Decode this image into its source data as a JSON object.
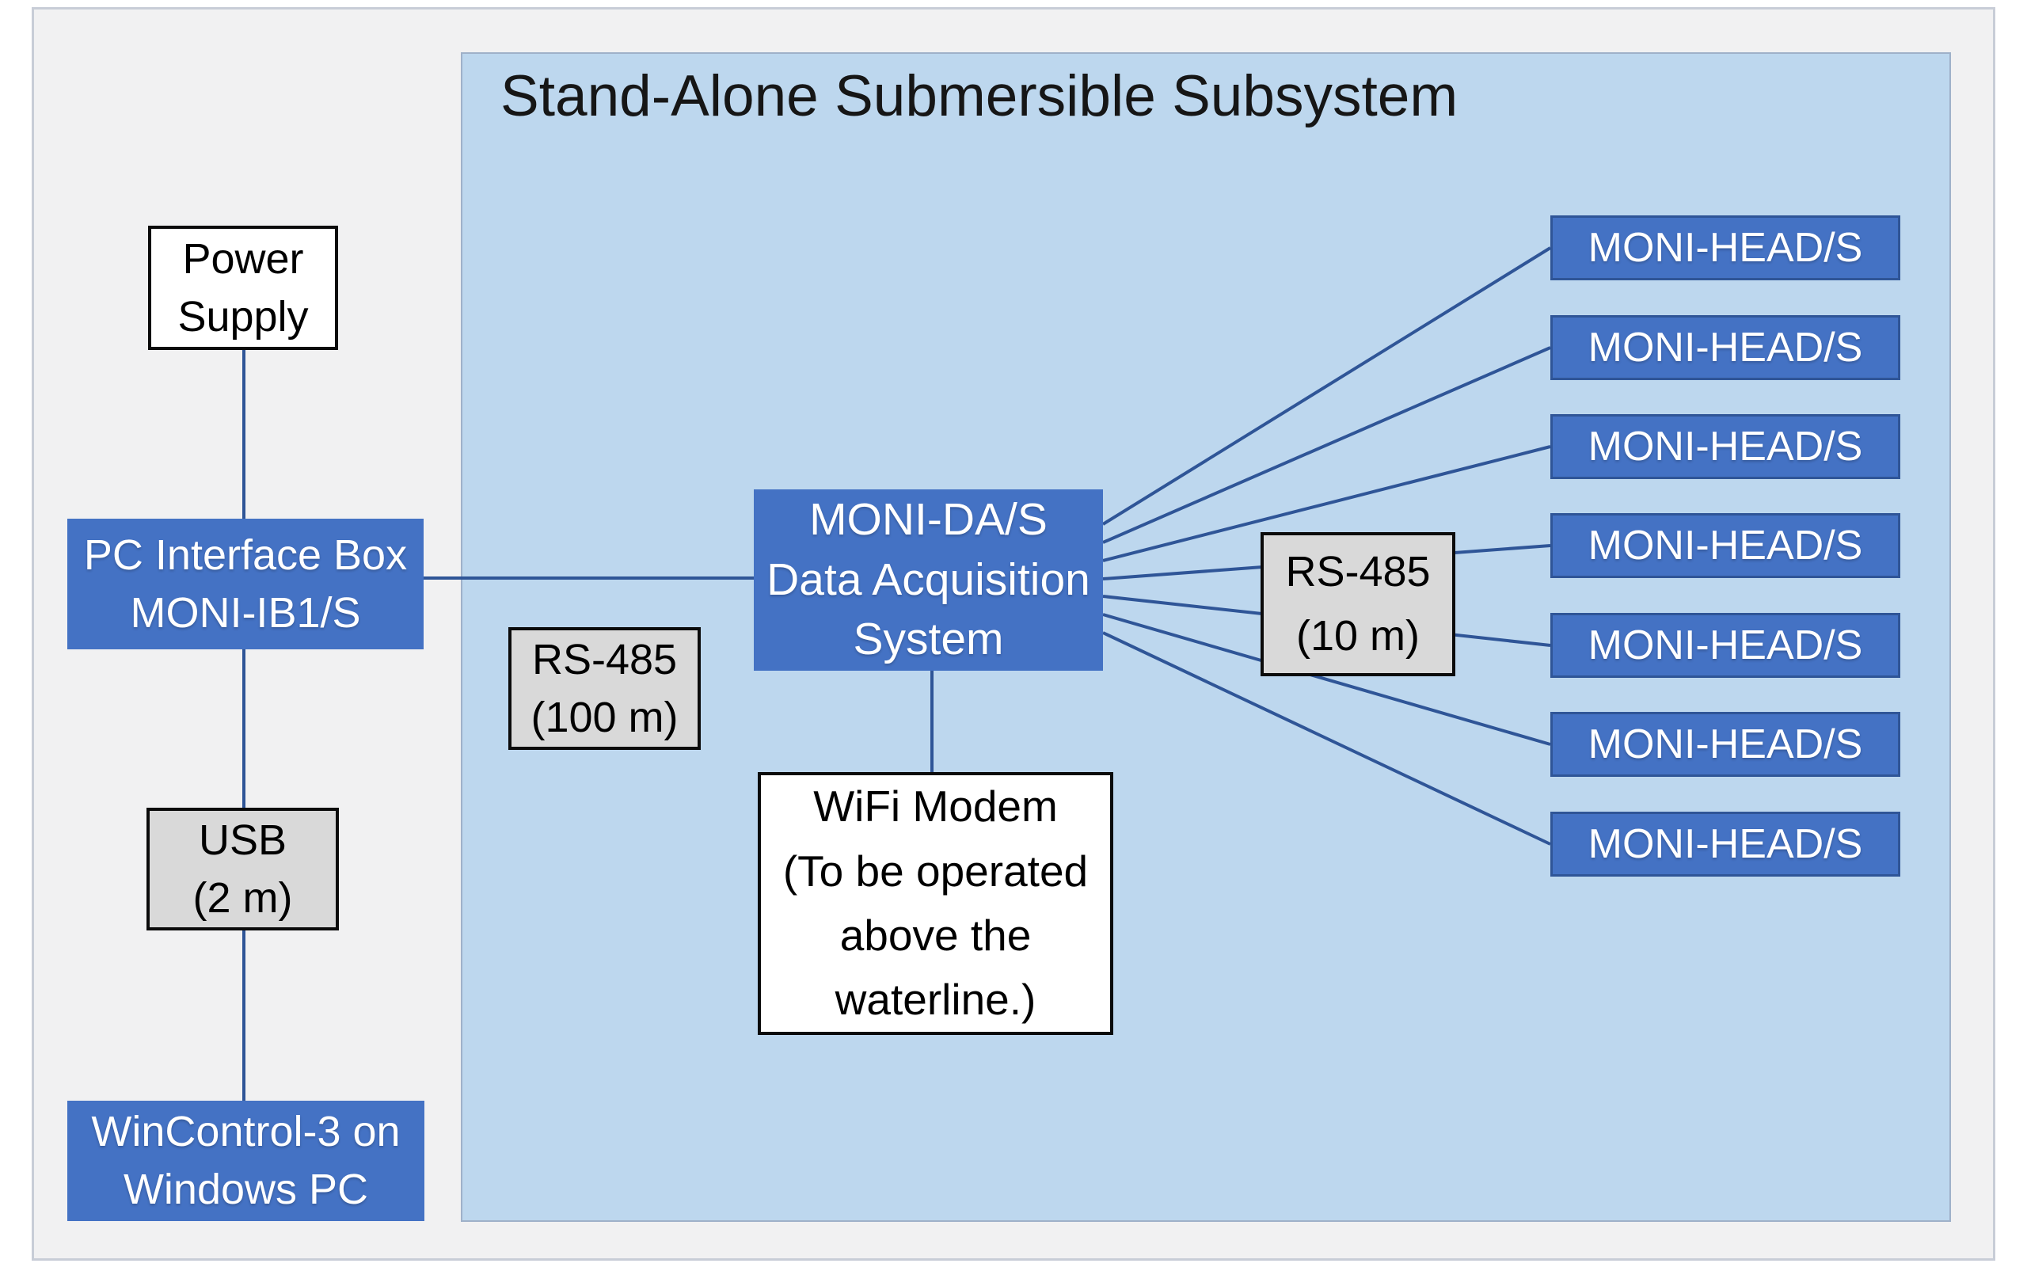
{
  "title": "Stand-Alone Submersible Subsystem",
  "colors": {
    "accent_blue": "#4472C4",
    "accent_blue_border": "#2F5597",
    "wire_blue": "#2F5597",
    "panel_light_blue": "#BDD7EE",
    "gray_box": "#D9D9D9",
    "white_box": "#FFFFFF",
    "frame_gray": "#F1F1F2"
  },
  "nodes": {
    "power_supply": {
      "lines": [
        "Power",
        "Supply"
      ]
    },
    "pc_interface_box": {
      "lines": [
        "PC Interface Box",
        "MONI-IB1/S"
      ]
    },
    "usb_cable": {
      "lines": [
        "USB",
        "(2 m)"
      ]
    },
    "wincontrol_pc": {
      "lines": [
        "WinControl-3 on",
        "Windows PC"
      ]
    },
    "rs485_100m": {
      "lines": [
        "RS-485",
        "(100 m)"
      ]
    },
    "moni_da": {
      "lines": [
        "MONI-DA/S",
        "Data Acquisition",
        "System"
      ]
    },
    "wifi_modem": {
      "lines": [
        "WiFi Modem",
        "(To be operated",
        "above the",
        "waterline.)"
      ]
    },
    "rs485_10m": {
      "lines": [
        "RS-485",
        "(10 m)"
      ]
    },
    "moni_head": {
      "label": "MONI-HEAD/S",
      "count": 7
    }
  },
  "connections": [
    {
      "from": "power_supply",
      "to": "pc_interface_box"
    },
    {
      "from": "pc_interface_box",
      "to": "usb_cable"
    },
    {
      "from": "usb_cable",
      "to": "wincontrol_pc"
    },
    {
      "from": "pc_interface_box",
      "to": "moni_da",
      "via": "rs485_100m"
    },
    {
      "from": "moni_da",
      "to": "wifi_modem"
    },
    {
      "from": "moni_da",
      "to": "moni_head_1",
      "via": "rs485_10m"
    },
    {
      "from": "moni_da",
      "to": "moni_head_2",
      "via": "rs485_10m"
    },
    {
      "from": "moni_da",
      "to": "moni_head_3",
      "via": "rs485_10m"
    },
    {
      "from": "moni_da",
      "to": "moni_head_4",
      "via": "rs485_10m"
    },
    {
      "from": "moni_da",
      "to": "moni_head_5",
      "via": "rs485_10m"
    },
    {
      "from": "moni_da",
      "to": "moni_head_6",
      "via": "rs485_10m"
    },
    {
      "from": "moni_da",
      "to": "moni_head_7",
      "via": "rs485_10m"
    }
  ]
}
